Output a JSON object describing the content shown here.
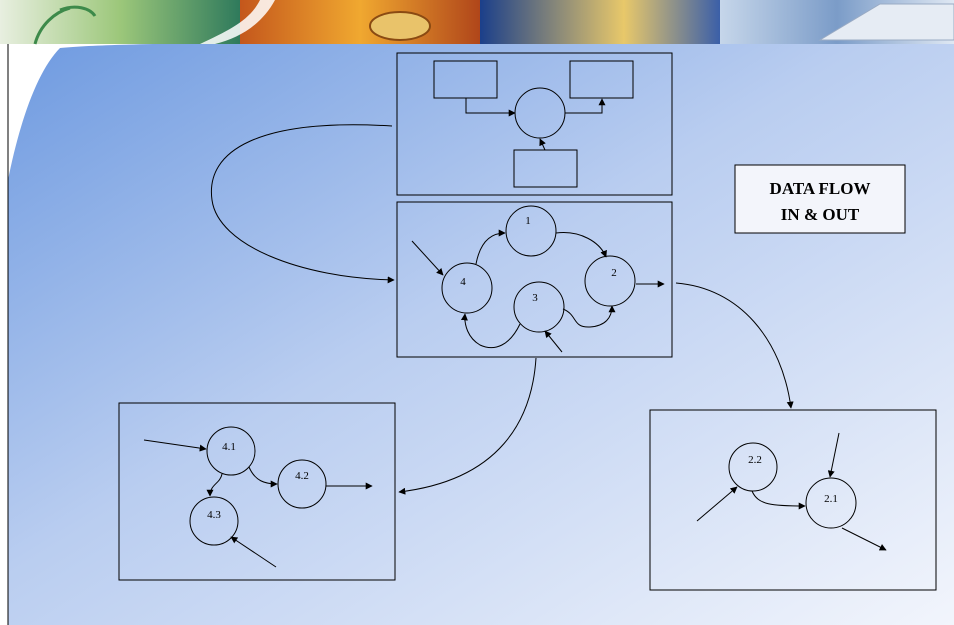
{
  "slide": {
    "callout": {
      "line1": "DATA FLOW",
      "line2": "IN & OUT"
    }
  },
  "diagram": {
    "context_box": {
      "process": ""
    },
    "level1_box": {
      "nodes": [
        {
          "id": "1",
          "label": "1"
        },
        {
          "id": "2",
          "label": "2"
        },
        {
          "id": "3",
          "label": "3"
        },
        {
          "id": "4",
          "label": "4"
        }
      ]
    },
    "level2_left_box": {
      "nodes": [
        {
          "id": "4.1",
          "label": "4.1"
        },
        {
          "id": "4.2",
          "label": "4.2"
        },
        {
          "id": "4.3",
          "label": "4.3"
        }
      ]
    },
    "level2_right_box": {
      "nodes": [
        {
          "id": "2.2",
          "label": "2.2"
        },
        {
          "id": "2.1",
          "label": "2.1"
        }
      ]
    }
  },
  "colors": {
    "banner_green": "#8fbf6a",
    "banner_orange": "#e0902c",
    "banner_blue": "#2a4f9a",
    "banner_light": "#c9d9ec",
    "background_blue": "#7fa8e4",
    "background_light": "#eef2fb",
    "line": "#000000"
  }
}
